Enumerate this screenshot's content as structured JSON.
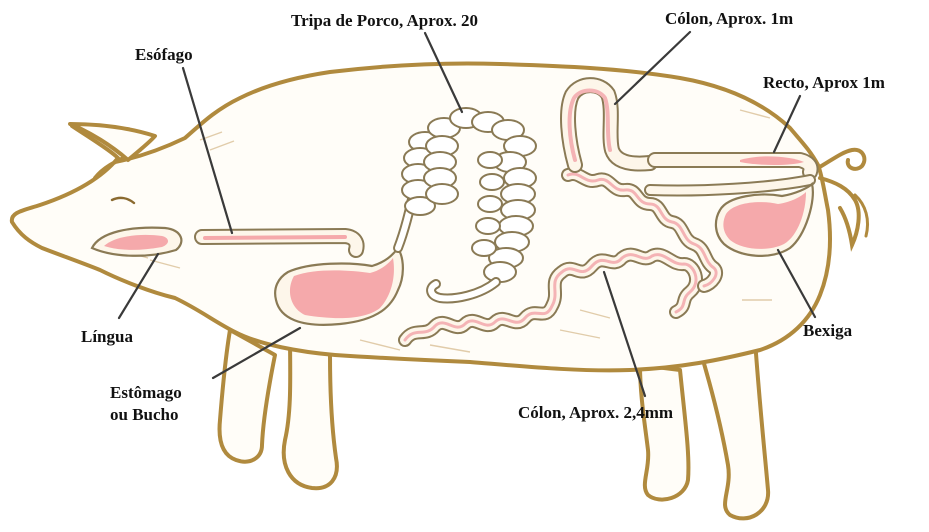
{
  "labels": {
    "esofago": "Esófago",
    "tripa": "Tripa de Porco, Aprox. 20",
    "colon_top": "Cólon, Aprox. 1m",
    "recto": "Recto, Aprox 1m",
    "lingua": "Língua",
    "estomago_line1": "Estômago",
    "estomago_line2": "ou Bucho",
    "bexiga": "Bexiga",
    "colon_bottom": "Cólon, Aprox. 2,4mm"
  },
  "colors": {
    "outline": "#b08a3e",
    "organ_pink": "#f5a9ab",
    "tube_pink": "#f4b3b5",
    "label_text": "#111111",
    "leader_line": "#3a3a3a",
    "background": "#ffffff"
  }
}
